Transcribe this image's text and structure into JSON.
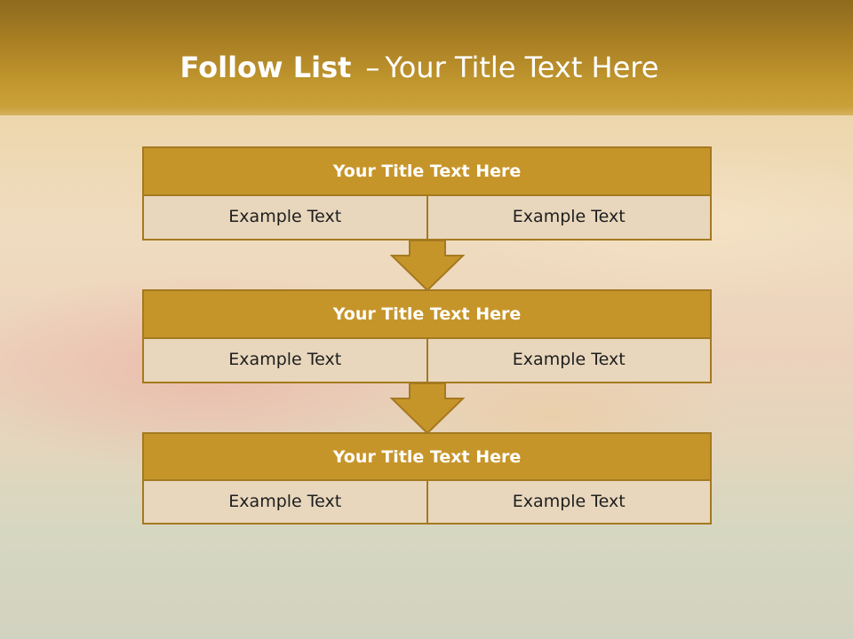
{
  "slide": {
    "title_bold": "Follow List",
    "title_sep": "–",
    "title_rest": "Your Title Text Here"
  },
  "blocks": [
    {
      "title": "Your Title Text Here",
      "left": "Example Text",
      "right": "Example Text"
    },
    {
      "title": "Your Title Text Here",
      "left": "Example Text",
      "right": "Example Text"
    },
    {
      "title": "Your Title Text Here",
      "left": "Example Text",
      "right": "Example Text"
    }
  ],
  "colors": {
    "header": "#a97e23",
    "block_title_fill": "#c6952a",
    "block_border": "#a5791f",
    "cell_fill": "#e8d7bd",
    "arrow_fill": "#c6952a"
  }
}
